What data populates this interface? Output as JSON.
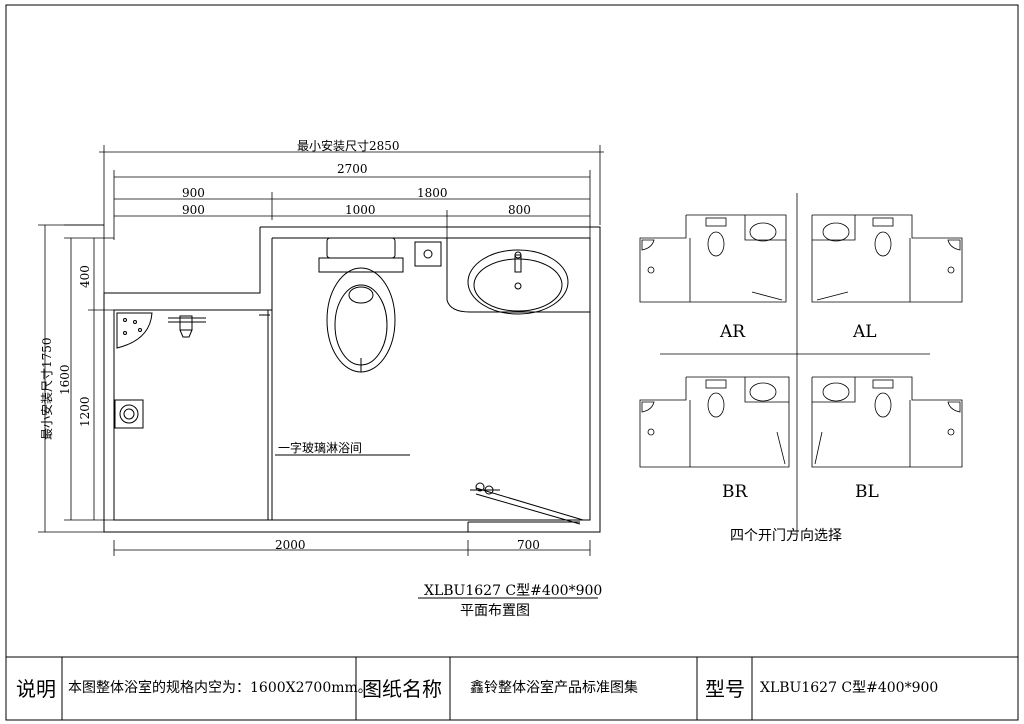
{
  "plan": {
    "top_dims": {
      "overall_min": "最小安装尺寸2850",
      "overall": "2700",
      "row2_left": "900",
      "row2_right": "1800",
      "row3_a": "900",
      "row3_b": "1000",
      "row3_c": "800"
    },
    "left_dims": {
      "overall_min": "最小安装尺寸1750",
      "a": "1600",
      "b": "400",
      "c": "1200"
    },
    "bottom_dims": {
      "a": "2000",
      "b": "700"
    },
    "glass_label": "一字玻璃淋浴间",
    "model": "XLBU1627 C型#400*900",
    "caption": "平面布置图"
  },
  "variants": {
    "ar": "AR",
    "al": "AL",
    "br": "BR",
    "bl": "BL",
    "caption": "四个开门方向选择"
  },
  "titleblock": {
    "note_label": "说明",
    "note_text": "本图整体浴室的规格内空为：1600X2700mm。",
    "drawing_name_label": "图纸名称",
    "drawing_name": "鑫铃整体浴室产品标准图集",
    "model_label": "型号",
    "model": "XLBU1627 C型#400*900"
  }
}
